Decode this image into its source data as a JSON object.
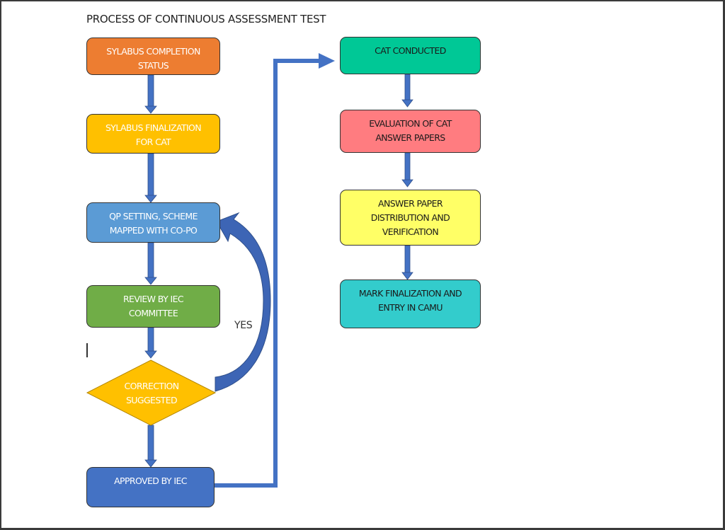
{
  "title": "PROCESS OF CONTINUOUS ASSESSMENT TEST",
  "colors": {
    "connector": "#4472c4",
    "connector_dark": "#2f5597",
    "orange": "#ed7d31",
    "amber": "#ffc000",
    "light_blue": "#5b9bd5",
    "green": "#70ad47",
    "dark_blue": "#4472c4",
    "teal_green": "#00c896",
    "salmon": "#ff7c80",
    "yellow": "#ffff66",
    "cyan": "#33cccc"
  },
  "left_column": {
    "nodes": [
      {
        "id": "sylabus-completion",
        "label": "SYLABUS COMPLETION\nSTATUS"
      },
      {
        "id": "sylabus-finalization",
        "label": "SYLABUS FINALIZATION\nFOR CAT"
      },
      {
        "id": "qp-setting",
        "label": "QP SETTING, SCHEME\nMAPPED WITH CO-PO"
      },
      {
        "id": "review-iec",
        "label": "REVIEW BY IEC\nCOMMITTEE"
      },
      {
        "id": "correction-suggested",
        "label": "CORRECTION\nSUGGESTED",
        "shape": "diamond"
      },
      {
        "id": "approved-iec",
        "label": "APPROVED BY IEC"
      }
    ]
  },
  "right_column": {
    "nodes": [
      {
        "id": "cat-conducted",
        "label": "CAT CONDUCTED"
      },
      {
        "id": "evaluation",
        "label": "EVALUATION OF CAT\nANSWER PAPERS"
      },
      {
        "id": "distribution",
        "label": "ANSWER PAPER\nDISTRIBUTION AND\nVERIFICATION"
      },
      {
        "id": "mark-finalization",
        "label": "MARK FINALIZATION AND\nENTRY IN CAMU"
      }
    ]
  },
  "edges": {
    "loop_label": "YES"
  }
}
